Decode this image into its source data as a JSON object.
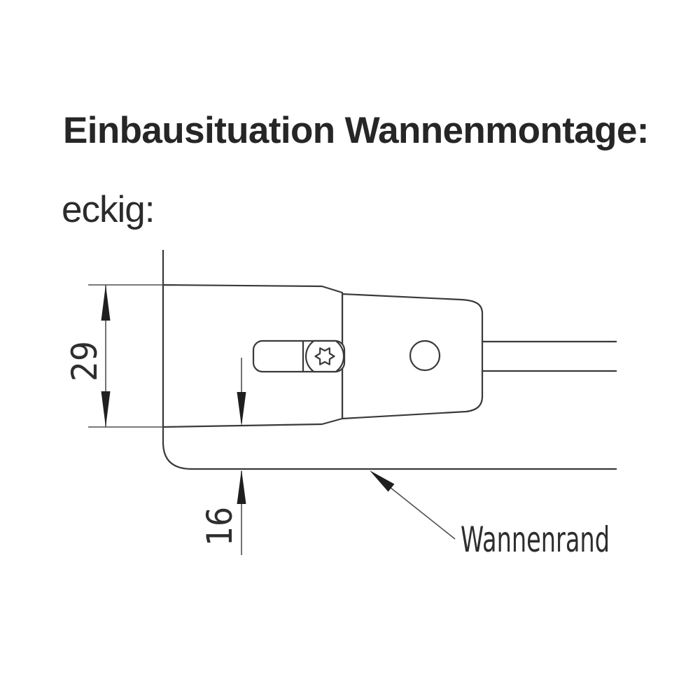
{
  "header": {
    "title": "Einbausituation Wannenmontage:",
    "variant_label": "eckig:"
  },
  "diagram": {
    "dimensions": {
      "profile_height": "29",
      "tub_edge_offset": "16"
    },
    "annotations": {
      "tub_edge": "Wannenrand"
    },
    "colors": {
      "line": "#3a3a3a",
      "dimension_line": "#4f4f4f",
      "text": "#2e2e2e",
      "background": "#ffffff"
    }
  }
}
